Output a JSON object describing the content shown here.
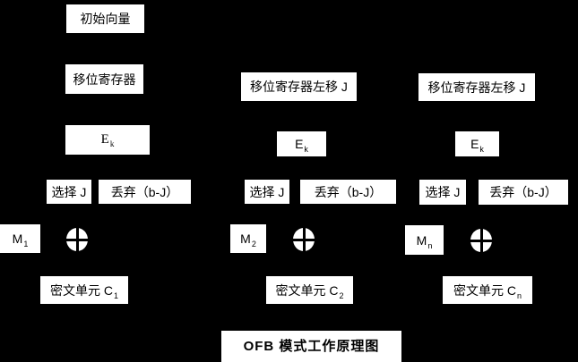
{
  "colors": {
    "background": "#000000",
    "box_background": "#ffffff",
    "box_text": "#000000"
  },
  "title": "OFB 模式工作原理图",
  "col1": {
    "iv": "初始向量",
    "shift_register": "移位寄存器",
    "e_base": "E",
    "e_sub": "k",
    "select": "选择 J",
    "discard": "丢弃（b-J）",
    "m_base": "M",
    "m_sub": "1",
    "cipher_prefix": "密文单元 C",
    "cipher_sub": "1"
  },
  "col2": {
    "shift_register": "移位寄存器左移 J",
    "e_base": "E",
    "e_sub": "k",
    "select": "选择 J",
    "discard": "丢弃（b-J）",
    "m_base": "M",
    "m_sub": "2",
    "cipher_prefix": "密文单元 C",
    "cipher_sub": "2"
  },
  "col3": {
    "shift_register": "移位寄存器左移 J",
    "e_base": "E",
    "e_sub": "k",
    "select": "选择 J",
    "discard": "丢弃（b-J）",
    "m_base": "M",
    "m_sub": "n",
    "cipher_prefix": "密文单元 C",
    "cipher_sub": "n"
  }
}
